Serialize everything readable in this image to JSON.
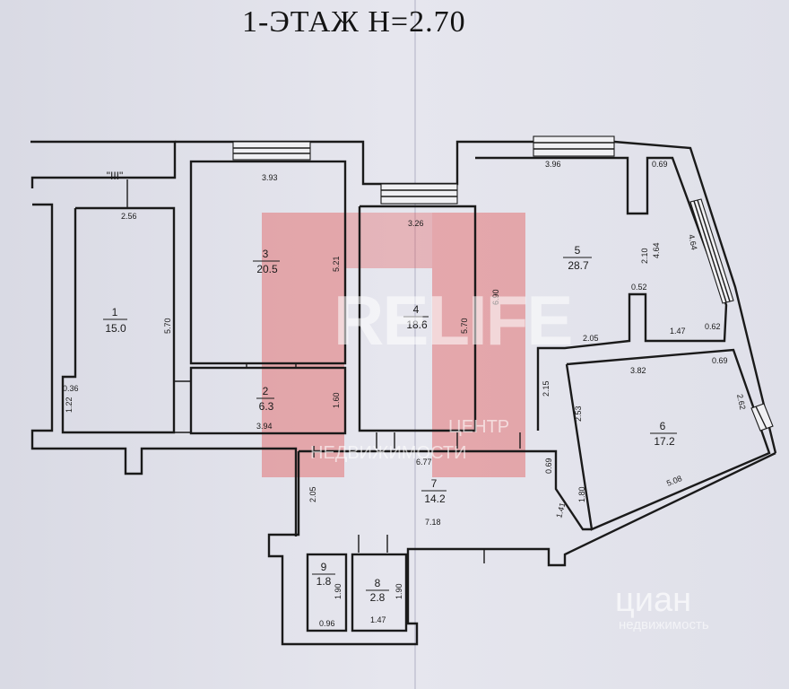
{
  "title": "1-ЭТАЖ  Н=2.70",
  "rooms": [
    {
      "num": "1",
      "area": "15.0"
    },
    {
      "num": "2",
      "area": "6.3"
    },
    {
      "num": "3",
      "area": "20.5"
    },
    {
      "num": "4",
      "area": "18.6"
    },
    {
      "num": "5",
      "area": "28.7"
    },
    {
      "num": "6",
      "area": "17.2"
    },
    {
      "num": "7",
      "area": "14.2"
    },
    {
      "num": "8",
      "area": "2.8"
    },
    {
      "num": "9",
      "area": "1.8"
    }
  ],
  "stair_label": "\"III\"",
  "dimensions": {
    "r1_width": "2.56",
    "r1_length": "5.70",
    "r1_d1": "0.36",
    "r1_d2": "1.22",
    "r2_width": "3.94",
    "r2_height": "1.60",
    "r3_width": "3.93",
    "r3_length": "5.21",
    "r4_width": "3.26",
    "r4_length": "5.70",
    "r5_width": "3.96",
    "r5_length": "6.90",
    "r5_d1": "0.69",
    "r5_d2": "2.10",
    "r5_d3": "4.64",
    "r5_d4": "4.64",
    "r5_d5": "0.52",
    "r5_d6": "2.05",
    "r5_d7": "1.47",
    "r5_d8": "0.62",
    "r5_d9": "2.15",
    "r6_width": "3.82",
    "r6_d1": "0.69",
    "r6_d2": "2.53",
    "r6_d3": "2.62",
    "r6_d4": "5.08",
    "r6_d5": "1.80",
    "r7_top": "6.77",
    "r7_bottom": "7.18",
    "r7_left": "2.05",
    "r7_d1": "0.69",
    "r7_d2": "1.41",
    "r8_width": "1.47",
    "r8_height": "1.90",
    "r9_width": "0.96",
    "r9_height": "1.90"
  },
  "watermark": {
    "brand": "RELIFE",
    "line1": "ЦЕНТР",
    "line2": "НЕДВИЖИМОСТИ"
  },
  "listing_logo": {
    "brand": "циан",
    "sub": "недвижимость"
  },
  "colors": {
    "watermark_red": "#e25a5a",
    "line": "#1a1a1a",
    "paper": "#e3e3ec"
  }
}
